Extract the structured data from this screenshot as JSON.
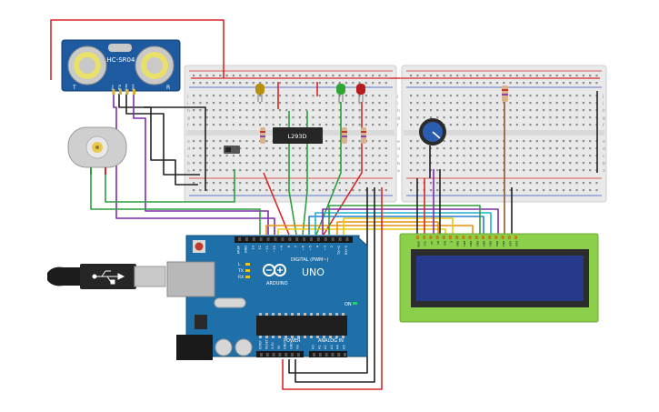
{
  "sensor": {
    "model": "HC-SR04",
    "pins": [
      "Vcc",
      "Trig",
      "Echo",
      "Gnd"
    ],
    "left_mark": "T",
    "right_mark": "R"
  },
  "motor_driver": {
    "label": "L293D"
  },
  "arduino": {
    "brand": "UNO",
    "digital_header": "DIGITAL (PWM~)",
    "power_header": "POWER",
    "analog_header": "ANALOG IN",
    "logo_text": "ARDUINO",
    "top_pins": [
      "AREF",
      "GND",
      "13",
      "12",
      "~11",
      "~10",
      "~9",
      "8",
      "7",
      "~6",
      "~5",
      "4",
      "~3",
      "2",
      "TX→1",
      "RX←0"
    ],
    "power_pins": [
      "IOREF",
      "RESET",
      "3.3V",
      "5V",
      "GND",
      "GND",
      "Vin"
    ],
    "analog_pins": [
      "A0",
      "A1",
      "A2",
      "A3",
      "A4",
      "A5"
    ],
    "led_labels": [
      "L",
      "TX",
      "RX"
    ],
    "on_label": "ON"
  },
  "lcd": {
    "pins": [
      "GND",
      "VCC",
      "V0",
      "RS",
      "RW",
      "E",
      "DB0",
      "DB1",
      "DB2",
      "DB3",
      "DB4",
      "DB5",
      "DB6",
      "DB7",
      "LED",
      "LED"
    ]
  },
  "breadboard": {
    "row_letters_top": [
      "j",
      "i",
      "h",
      "g",
      "f"
    ],
    "row_letters_bottom": [
      "e",
      "d",
      "c",
      "b",
      "a"
    ]
  },
  "colors": {
    "wire_red": "#d62828",
    "wire_black": "#222222",
    "wire_green": "#2e9e3e",
    "wire_purple": "#7b2fa8",
    "wire_orange": "#e8900c",
    "wire_yellow": "#e8c90c",
    "wire_blue": "#2a7fd4",
    "wire_cyan": "#1ab3c9",
    "wire_brown": "#8a5a2b",
    "arduino_blue": "#1f6fa8",
    "lcd_green": "#8bcf4a",
    "lcd_screen": "#253a8a",
    "sensor_blue": "#1d5aa0"
  },
  "components": {
    "leds": [
      "yellow-led",
      "green-led",
      "red-led"
    ],
    "icons": [
      "usb-cable-icon",
      "dc-motor-icon",
      "potentiometer-icon",
      "slide-switch-icon"
    ]
  }
}
